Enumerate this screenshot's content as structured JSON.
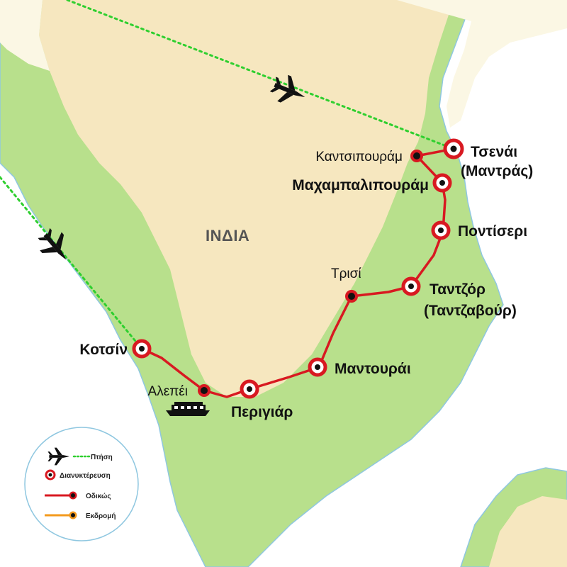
{
  "colors": {
    "sea": "#ffffff",
    "coast_green": "#b8e08c",
    "inland_sand": "#f6e7bf",
    "land_pale": "#fbf7e4",
    "route_red": "#d81921",
    "flight_green": "#2fcf2f",
    "excursion_orange": "#f39a1e",
    "dot_black": "#111111"
  },
  "country_label": "ΙΝΔΙΑ",
  "places": {
    "chennai_line1": "Τσενάι",
    "chennai_line2": "(Μαντράς)",
    "kanchipuram": "Καντσιπουράμ",
    "mahabalipuram": "Μαχαμπαλιπουράμ",
    "pondicherry": "Ποντίσερι",
    "tanjore_line1": "Ταντζόρ",
    "tanjore_line2": "(Ταντζαβούρ)",
    "trichy": "Τρισί",
    "madurai": "Μαντουράι",
    "periyar": "Περιγιάρ",
    "alleppey": "Αλεπέι",
    "cochin": "Κοτσίν"
  },
  "legend": {
    "flight": "Πτήση",
    "overnight": "Διανυκτέρευση",
    "road": "Οδικώς",
    "excursion": "Εκδρομή"
  },
  "icons": {
    "flight": "airplane-icon",
    "boat": "houseboat-icon",
    "overnight": "overnight-stop-icon",
    "stop": "route-stop-icon"
  }
}
